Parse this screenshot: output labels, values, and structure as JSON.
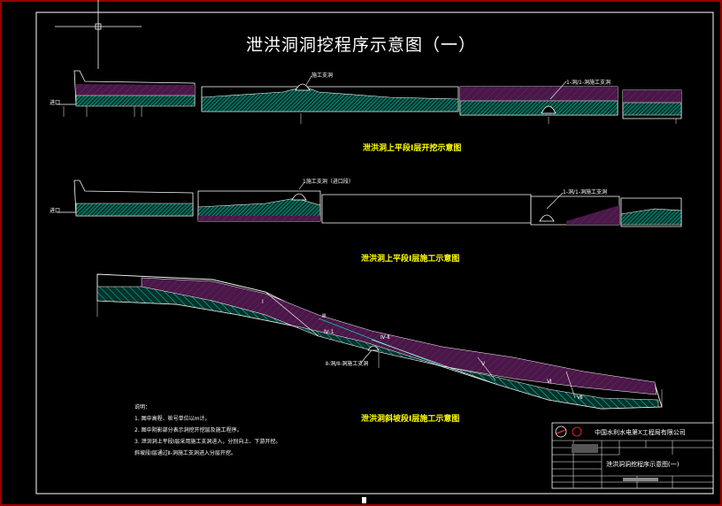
{
  "title": "泄洪洞洞挖程序示意图（一）",
  "sections": [
    {
      "caption": "泄洪洞上平段Ⅰ层开挖示意图"
    },
    {
      "caption": "泄洪洞上平段Ⅰ层施工示意图"
    },
    {
      "caption": "泄洪洞斜坡段Ⅰ层施工示意图"
    }
  ],
  "annotations": {
    "adit_a": "施工支洞",
    "adit_b": "1-洞/1-洞施工支洞",
    "adit_c": "1施工支洞（进口段）",
    "adit_d": "1-洞/1-洞施工支洞",
    "adit_e": "Ⅱ-洞/Ⅱ-洞施工支洞",
    "left_mark_1": "进口",
    "left_mark_2": "进口"
  },
  "zone_labels": [
    "Ⅰ",
    "Ⅲ",
    "Ⅳ-1",
    "Ⅳ-Ⅱ",
    "Ⅴ",
    "Ⅵ",
    "Ⅶ"
  ],
  "notes": {
    "header": "说明：",
    "items": [
      "1. 图中高程、桩号单位以m计。",
      "2. 图中阴影部分表示洞挖开挖层及施工程序。",
      "3. 泄洪洞上平段Ⅰ层采用施工支洞进入，分别向上、下游开挖。",
      "   斜坡段Ⅰ层通过Ⅱ-洞施工支洞进入分层开挖。"
    ]
  },
  "title_block": {
    "company": "中国水利水电第Ⅹ工程局有限公司",
    "drawing_name": "泄洪洞洞挖程序示意图(一)"
  },
  "colors": {
    "background": "#000000",
    "frame": "#cc0000",
    "outline": "#ffffff",
    "section_fill_purple": "#5a1e5a",
    "hatch_cyan": "#00ffcc",
    "caption": "#ffff00"
  }
}
